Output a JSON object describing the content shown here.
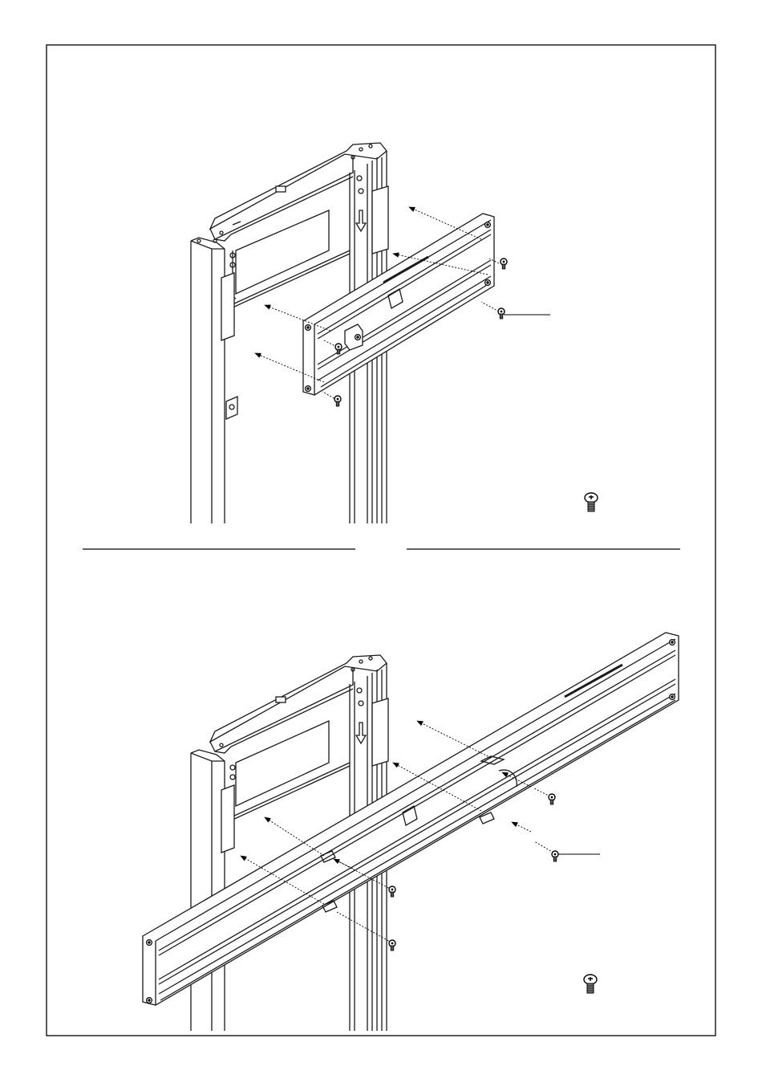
{
  "page": {
    "frame_color": "#000000",
    "background": "#ffffff",
    "line_color": "#1a1a1a"
  },
  "panels": [
    {
      "id": "step-upper",
      "assembly": "short-crossbar",
      "callout_label": "",
      "hardware_icon": "button-head-screw-icon"
    },
    {
      "id": "step-lower",
      "assembly": "long-crossbar",
      "callout_label": "",
      "hardware_icon": "button-head-screw-icon"
    }
  ],
  "section_rules": {
    "left_label": "",
    "right_label": ""
  }
}
